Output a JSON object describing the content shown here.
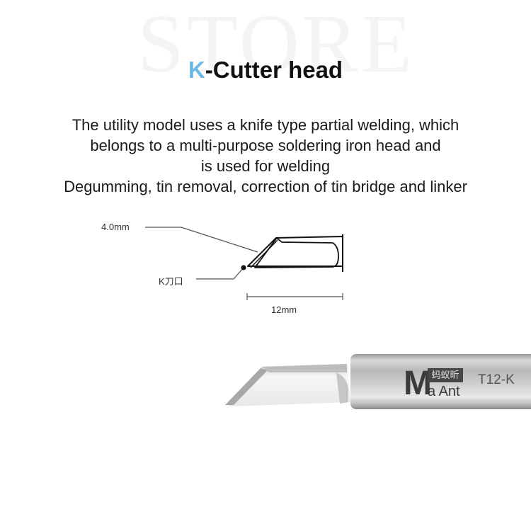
{
  "watermark": "STORE",
  "title": {
    "accent": "K",
    "rest": "-Cutter head",
    "accent_color": "#6fb8e6"
  },
  "description": [
    "The utility model uses a knife type partial welding, which",
    "belongs to a multi-purpose soldering iron head and",
    "is used for welding",
    "Degumming, tin removal, correction of tin bridge and linker"
  ],
  "diagram": {
    "labels": {
      "width": "4.0mm",
      "edge": "K刀口",
      "length": "12mm"
    }
  },
  "product": {
    "brand_cn": "蚂蚁昕",
    "brand_m": "M",
    "brand_en": "a Ant",
    "model": "T12-K"
  }
}
